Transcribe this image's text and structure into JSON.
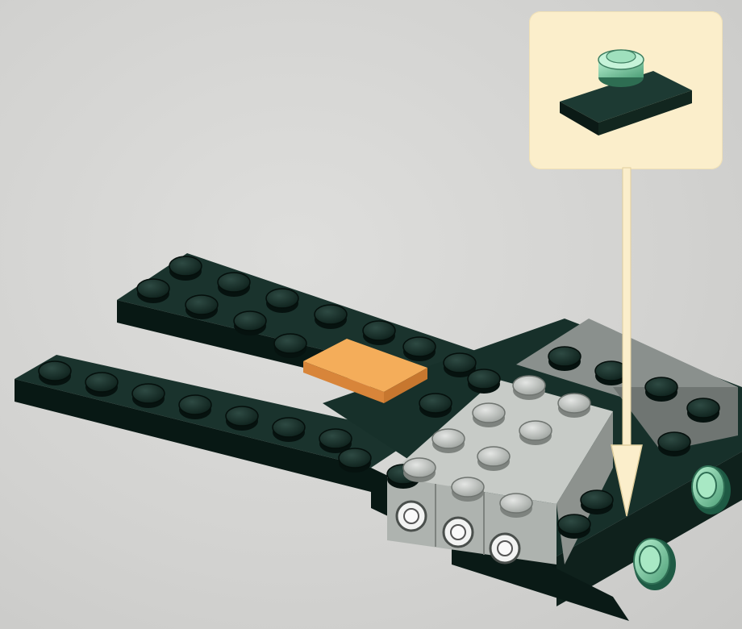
{
  "page": {
    "background": "#d6d6d4",
    "step_type": "building-instruction"
  },
  "callout": {
    "background": "#fbeecb",
    "part": "plate-1x2-with-stud",
    "part_color": "#0d2a22",
    "accent_color": "#8fd8b0"
  },
  "model": {
    "dark_plate_color": "#0f2520",
    "light_brick_color": "#b9bdb9",
    "mid_grey_color": "#7f8582",
    "orange_tile_color": "#f2a24c",
    "stud_accent_color": "#8fd8b0"
  },
  "arrow": {
    "color": "#fbeecb",
    "direction": "down"
  }
}
